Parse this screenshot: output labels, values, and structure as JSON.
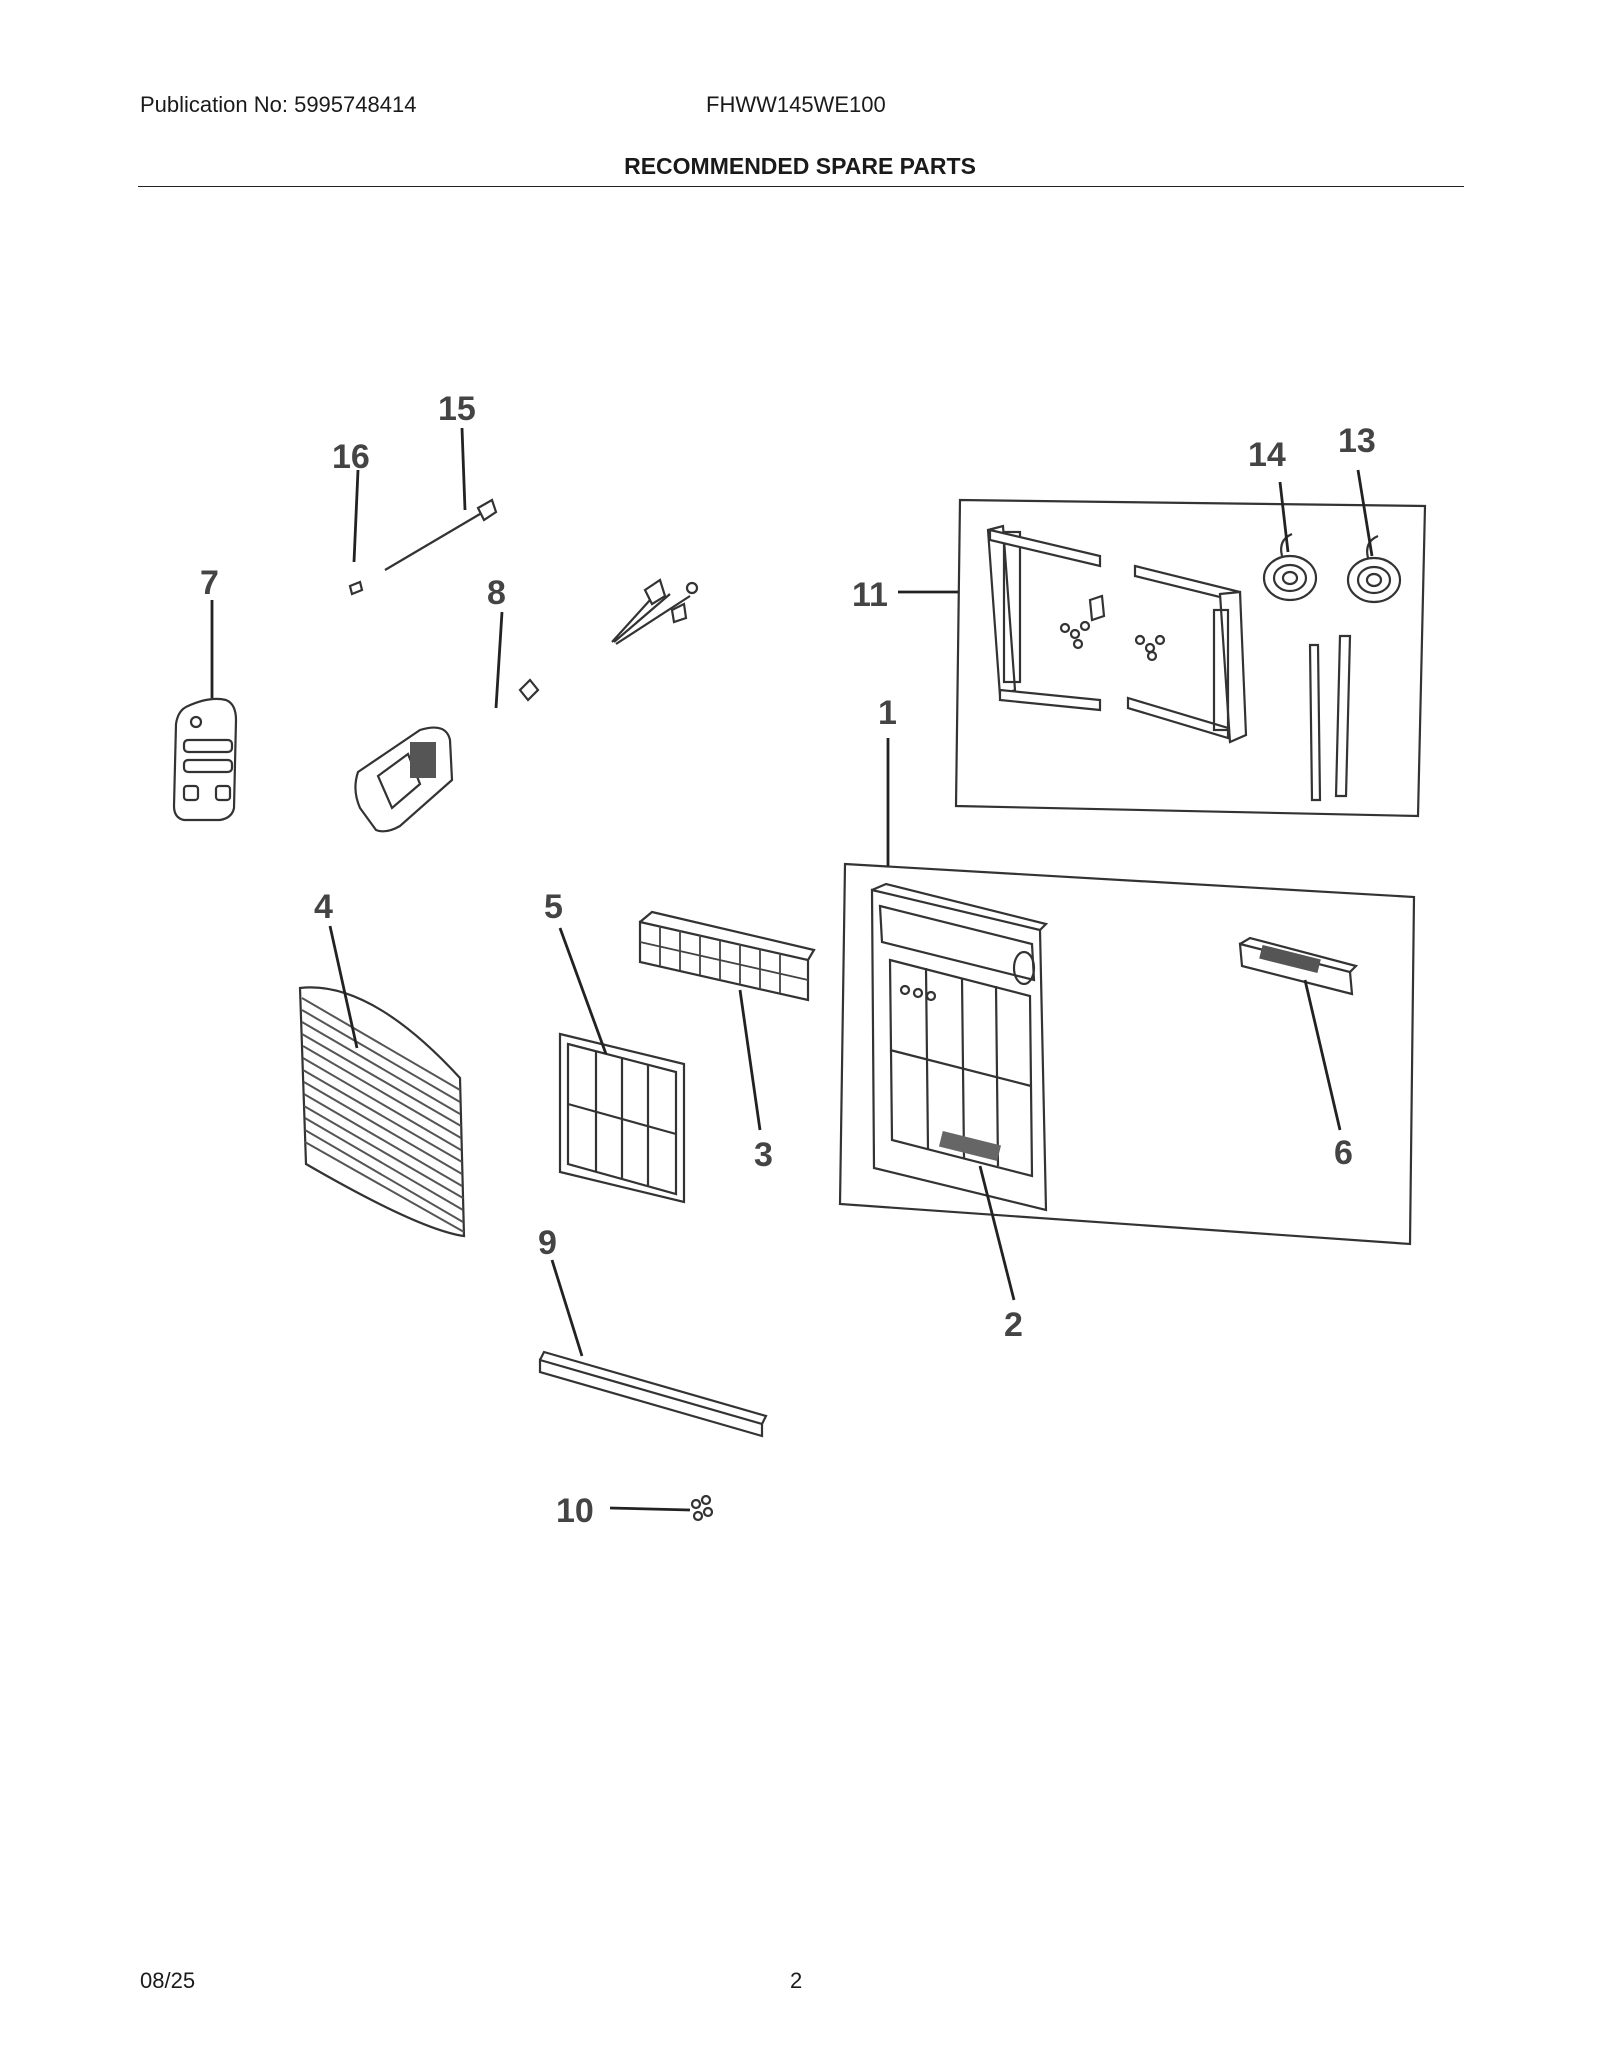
{
  "header": {
    "publication": "Publication No: 5995748414",
    "model": "FHWW145WE100",
    "title": "RECOMMENDED SPARE PARTS"
  },
  "callouts": [
    "1",
    "2",
    "3",
    "4",
    "5",
    "6",
    "7",
    "8",
    "9",
    "10",
    "11",
    "13",
    "14",
    "15",
    "16"
  ],
  "footer": {
    "date": "08/25",
    "page": "2"
  }
}
